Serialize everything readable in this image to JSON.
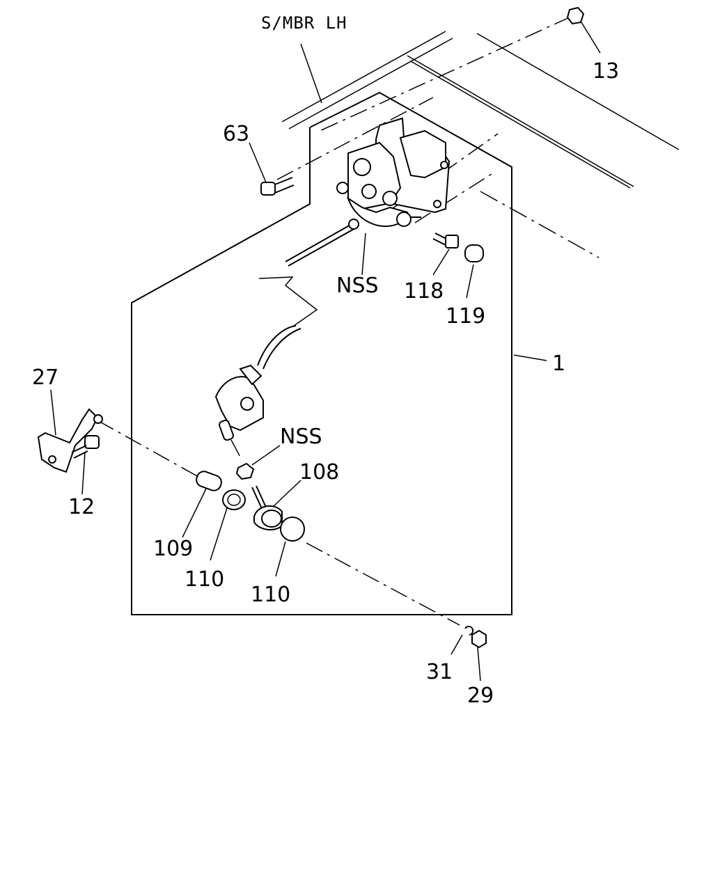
{
  "diagram": {
    "frame_label": "S/MBR LH",
    "callouts": [
      {
        "id": "c13",
        "text": "13"
      },
      {
        "id": "c63",
        "text": "63"
      },
      {
        "id": "cNSS1",
        "text": "NSS"
      },
      {
        "id": "c118",
        "text": "118"
      },
      {
        "id": "c119",
        "text": "119"
      },
      {
        "id": "c1",
        "text": "1"
      },
      {
        "id": "c27",
        "text": "27"
      },
      {
        "id": "c12",
        "text": "12"
      },
      {
        "id": "cNSS2",
        "text": "NSS"
      },
      {
        "id": "c108",
        "text": "108"
      },
      {
        "id": "c109",
        "text": "109"
      },
      {
        "id": "c110a",
        "text": "110"
      },
      {
        "id": "c110b",
        "text": "110"
      },
      {
        "id": "c31",
        "text": "31"
      },
      {
        "id": "c29",
        "text": "29"
      }
    ]
  }
}
